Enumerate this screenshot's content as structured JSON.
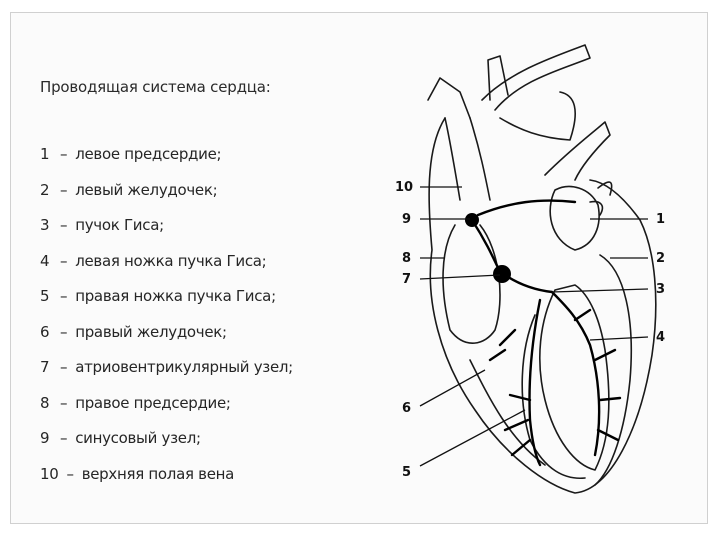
{
  "title": "Проводящая система сердца:",
  "legend": [
    {
      "num": "1",
      "text": "левое предсердие;"
    },
    {
      "num": "2",
      "text": "левый желудочек;"
    },
    {
      "num": "3",
      "text": "пучок Гиса;"
    },
    {
      "num": "4",
      "text": "левая ножка пучка Гиса;"
    },
    {
      "num": "5",
      "text": "правая ножка пучка Гиса;"
    },
    {
      "num": "6",
      "text": "правый желудочек;"
    },
    {
      "num": "7",
      "text": "атриовентрикулярный узел;"
    },
    {
      "num": "8",
      "text": "правое предсердие;"
    },
    {
      "num": "9",
      "text": "синусовый узел;"
    },
    {
      "num": "10",
      "text": "верхняя полая вена"
    }
  ],
  "dash": "–",
  "callouts": {
    "c1": "1",
    "c2": "2",
    "c3": "3",
    "c4": "4",
    "c5": "5",
    "c6": "6",
    "c7": "7",
    "c8": "8",
    "c9": "9",
    "c10": "10"
  }
}
